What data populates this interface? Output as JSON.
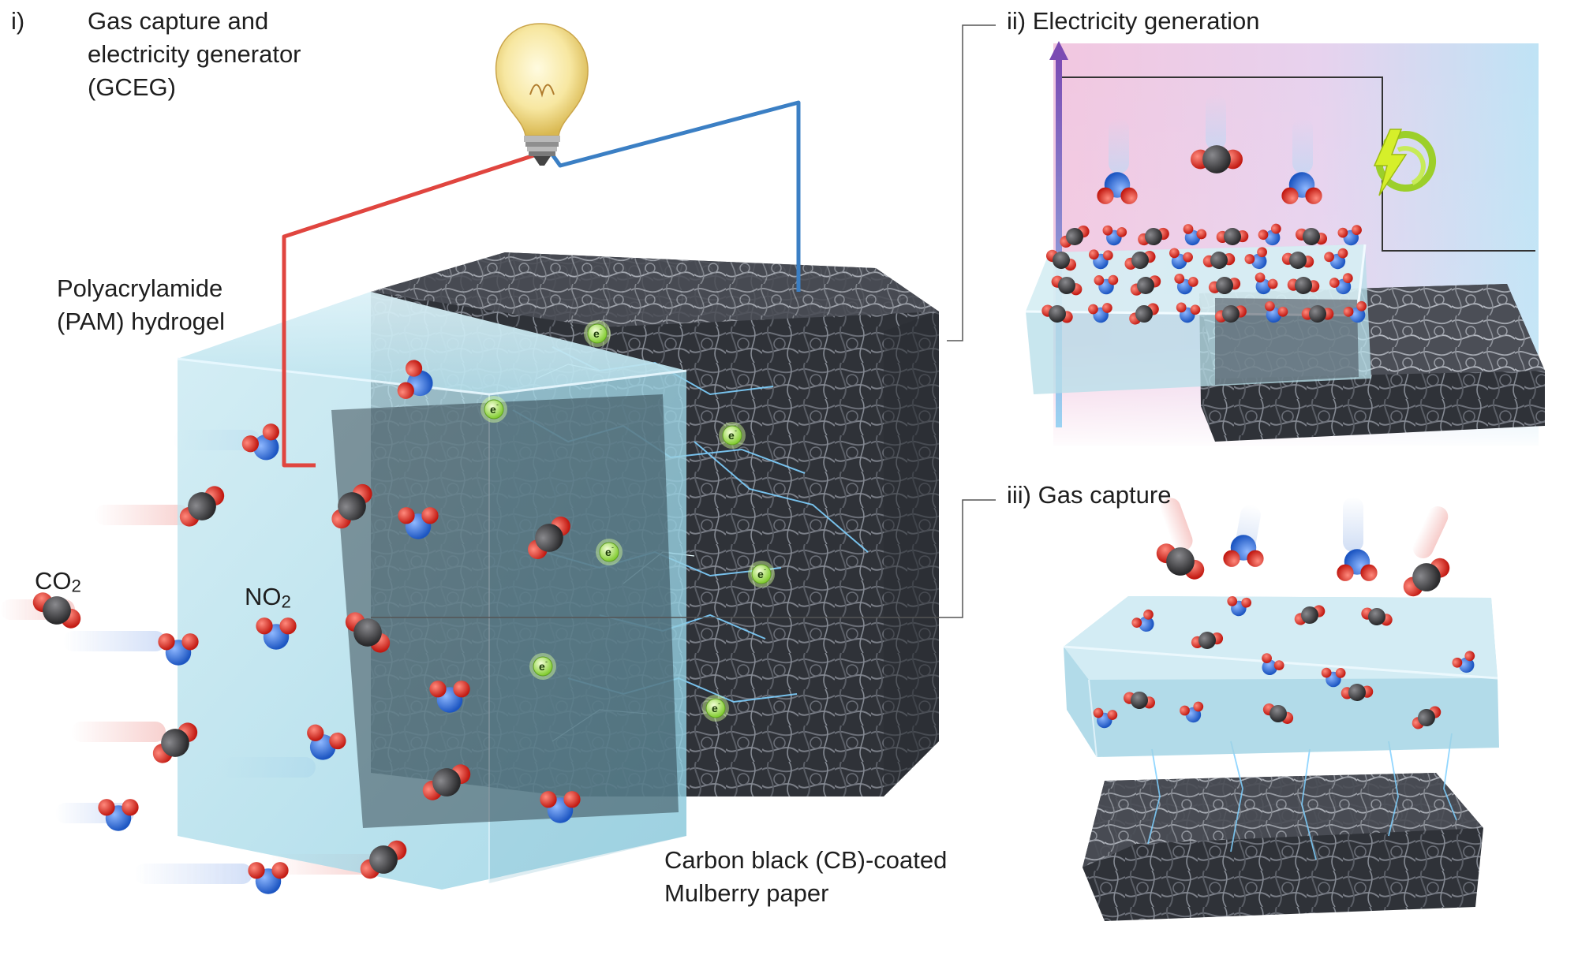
{
  "panel_i": {
    "label": "i)",
    "title_lines": [
      "Gas capture and",
      "electricity generator",
      "(GCEG)"
    ],
    "hydrogel_lines": [
      "Polyacrylamide",
      "(PAM) hydrogel"
    ],
    "co2_text": "CO",
    "co2_sub": "2",
    "no2_text": "NO",
    "no2_sub": "2",
    "paper_lines": [
      "Carbon black (CB)-coated",
      "Mulberry paper"
    ],
    "electron_symbol": "e",
    "electron_charge": "-"
  },
  "panel_ii": {
    "title": "ii) Electricity generation"
  },
  "panel_iii": {
    "title": "iii) Gas capture"
  },
  "colors": {
    "wire_positive": "#e0453f",
    "wire_negative": "#3b7fc4",
    "hydrogel": "#9fd6e6",
    "carbon_paper": "#3a3d44",
    "oxygen": "#d9251d",
    "nitrogen": "#2f6fd6",
    "carbon": "#3b3b3d",
    "electron": "#9be04a",
    "arrow": "#7b4bb3"
  },
  "icons": [
    "light-bulb-icon",
    "lightning-icon"
  ]
}
